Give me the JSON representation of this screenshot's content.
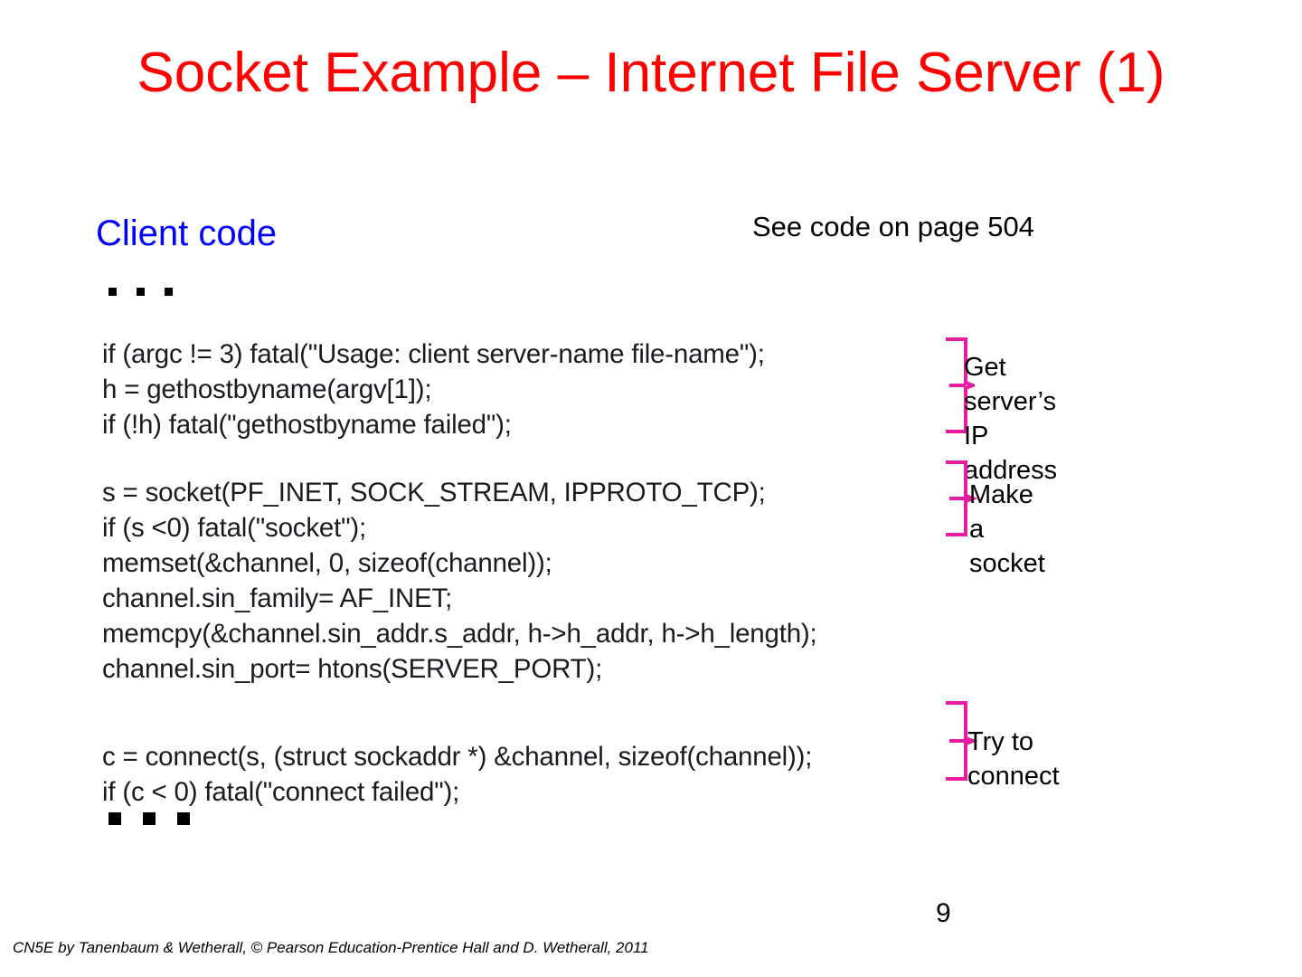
{
  "slide": {
    "title": "Socket Example – Internet File Server (1)",
    "title_color": "#ff0000",
    "background_color": "#ffffff",
    "page_number": "9",
    "footer_credit": "CN5E by Tanenbaum & Wetherall, © Pearson Education-Prentice Hall and D. Wetherall, 2011"
  },
  "headings": {
    "client_code": "Client code",
    "client_code_color": "#0000ff",
    "see_code_note": "See code on page 504"
  },
  "ellipsis": {
    "top": "...",
    "bottom": "..."
  },
  "code": {
    "blocks": [
      {
        "id": "block-1",
        "lines": [
          "if (argc != 3) fatal(\"Usage: client server-name file-name\");",
          "h = gethostbyname(argv[1]);",
          "if (!h) fatal(\"gethostbyname failed\");"
        ]
      },
      {
        "id": "block-2",
        "lines": [
          "s = socket(PF_INET, SOCK_STREAM, IPPROTO_TCP);",
          "if (s <0) fatal(\"socket\");",
          "memset(&channel, 0, sizeof(channel));",
          "channel.sin_family= AF_INET;",
          "memcpy(&channel.sin_addr.s_addr, h->h_addr, h->h_length);",
          "channel.sin_port= htons(SERVER_PORT);"
        ]
      },
      {
        "id": "block-3",
        "lines": [
          "c = connect(s, (struct sockaddr *) &channel, sizeof(channel));",
          "if (c < 0) fatal(\"connect failed\");"
        ]
      }
    ]
  },
  "annotations": {
    "brace_color": "#e81ca0",
    "items": [
      {
        "label": "Get server’s IP\naddress",
        "target_block": "block-1"
      },
      {
        "label": "Make a socket",
        "target_block": "block-2"
      },
      {
        "label": "Try to connect",
        "target_block": "block-3"
      }
    ]
  }
}
